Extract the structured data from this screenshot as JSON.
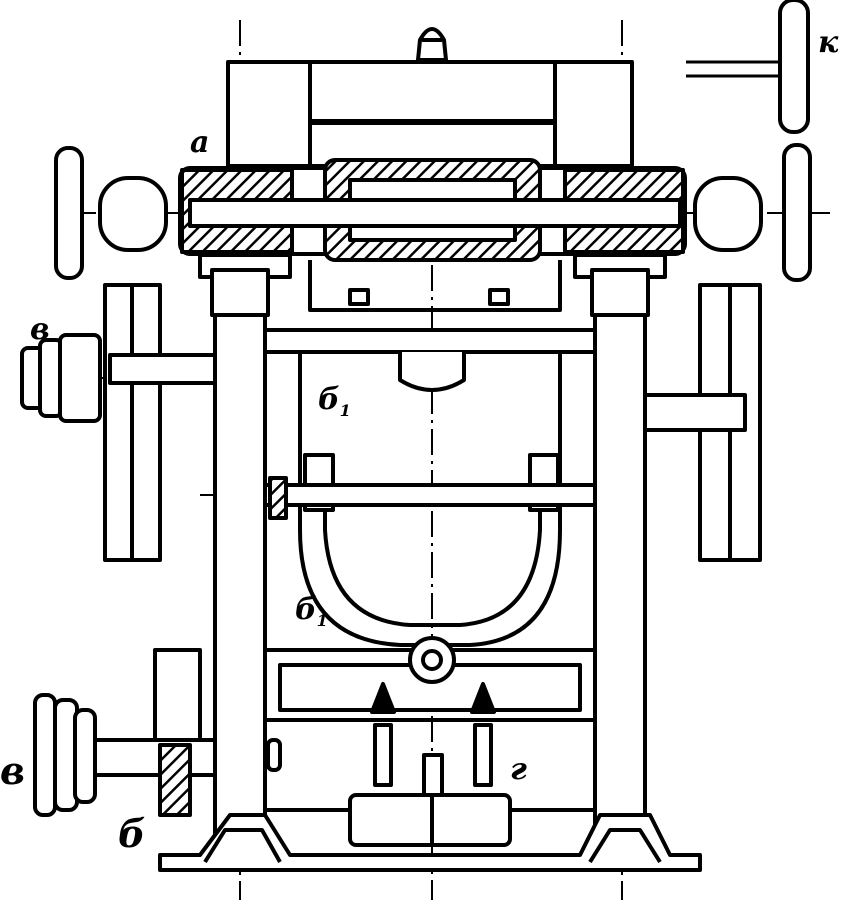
{
  "drawing": {
    "labels": {
      "a": "а",
      "k": "к",
      "v_upper": "в",
      "b1_upper": "б",
      "b1_upper_sub": "1",
      "b1_lower": "б",
      "b1_lower_sub": "1",
      "v_lower": "в",
      "b": "б",
      "g": "г"
    },
    "colors": {
      "ink": "#000000",
      "paper": "#ffffff"
    }
  }
}
